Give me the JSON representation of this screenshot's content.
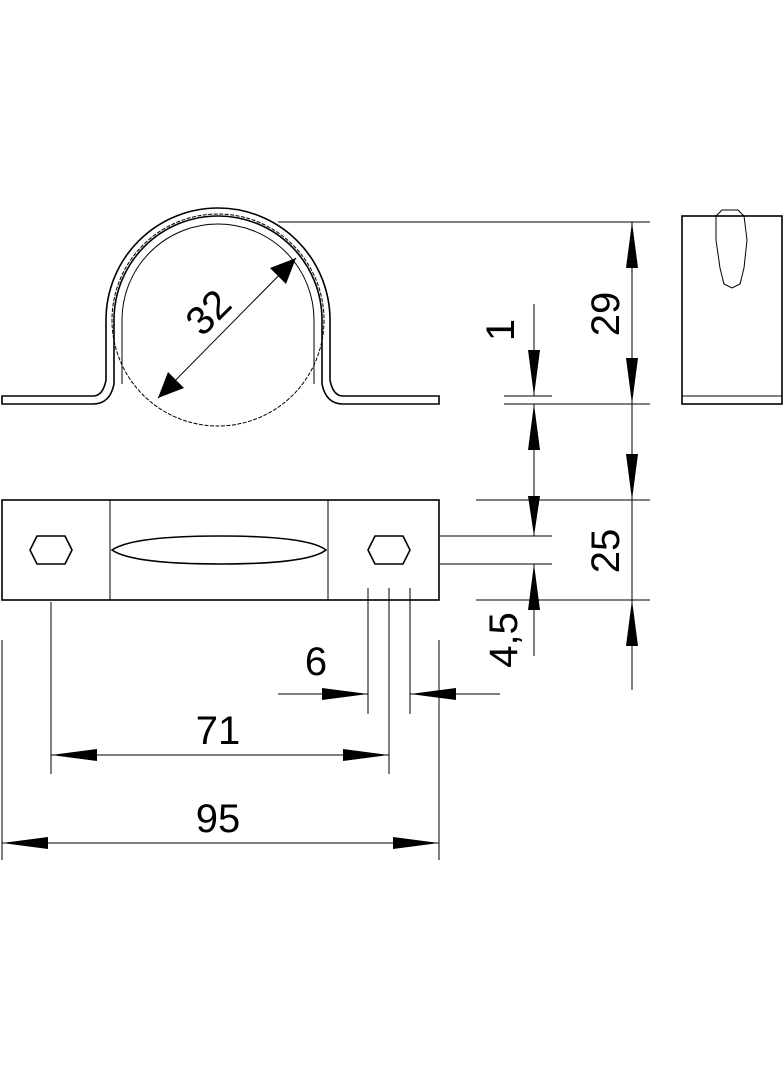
{
  "dimensions": {
    "inner_diameter": "32",
    "total_height": "29",
    "material_thickness": "1",
    "width": "25",
    "slot_width": "4,5",
    "hole_size": "6",
    "hole_spacing": "71",
    "total_length": "95"
  }
}
